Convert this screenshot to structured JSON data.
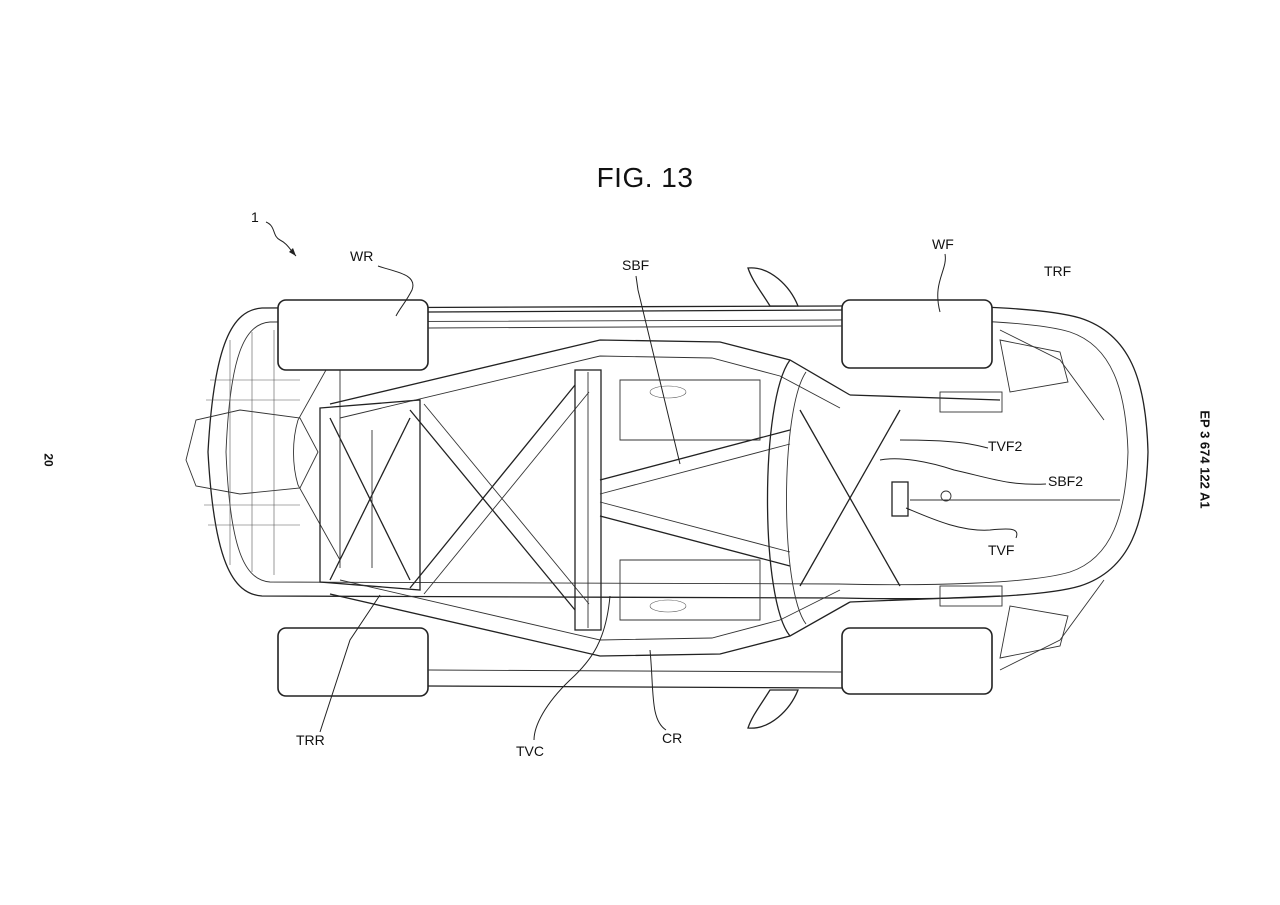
{
  "figure": {
    "title": "FIG. 13",
    "page_number": "20",
    "publication_number": "EP 3 674 122 A1",
    "reference_numeral": "1"
  },
  "labels": {
    "wr": "WR",
    "wf": "WF",
    "trf": "TRF",
    "sbf": "SBF",
    "tvf2": "TVF2",
    "sbf2": "SBF2",
    "tvf": "TVF",
    "trr": "TRR",
    "tvc": "TVC",
    "cr": "CR"
  },
  "colors": {
    "ink": "#222222",
    "background": "#ffffff"
  }
}
